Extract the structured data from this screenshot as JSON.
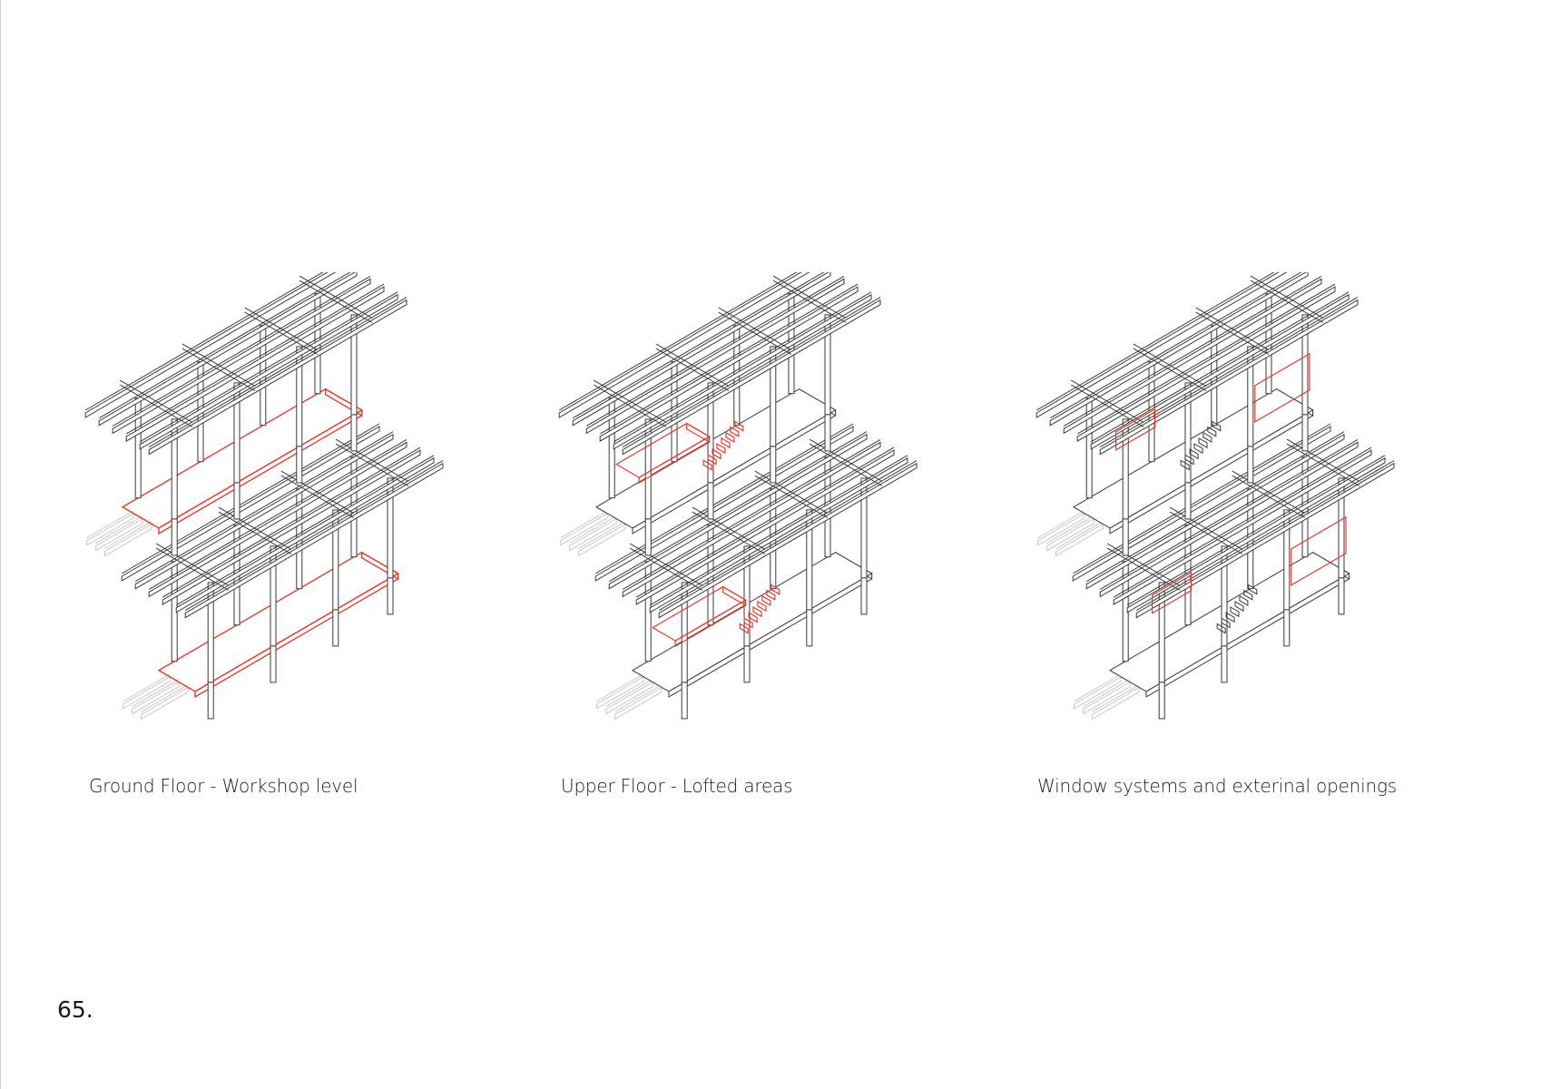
{
  "panels": [
    {
      "caption": "Ground Floor - Workshop level",
      "highlight": "ground"
    },
    {
      "caption": "Upper Floor - Lofted areas",
      "highlight": "upper"
    },
    {
      "caption": "Window systems and exterinal openings",
      "highlight": "windows"
    }
  ],
  "page_number": "65.",
  "colors": {
    "line": "#3a3a3a",
    "highlight": "#e8392b",
    "ghost": "#c8c8c8"
  }
}
